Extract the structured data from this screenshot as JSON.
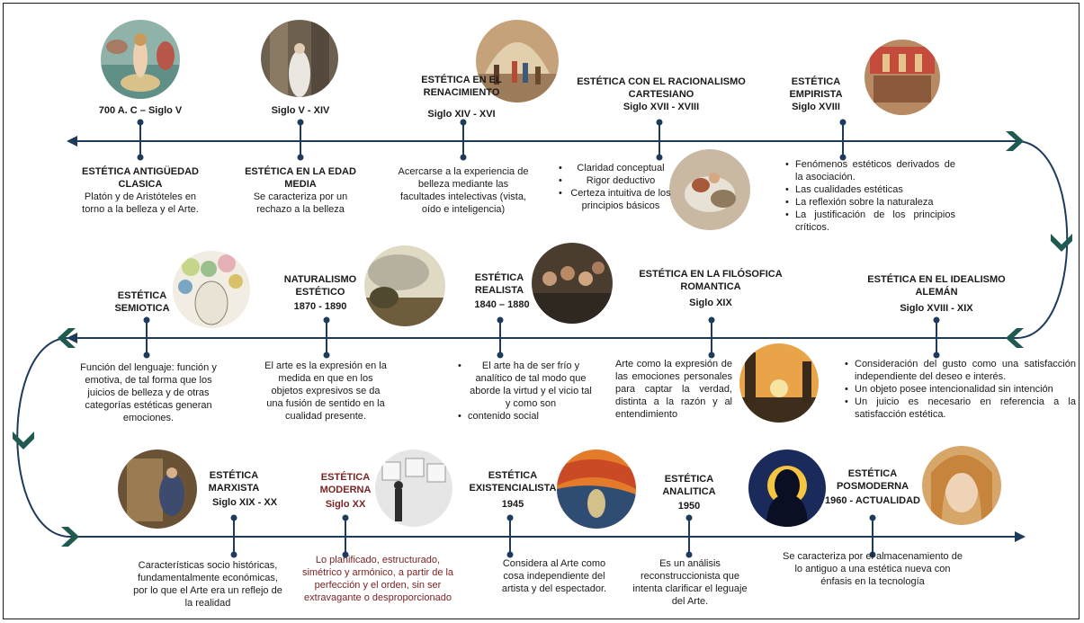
{
  "row1": {
    "top": [
      {
        "title": "",
        "period": "700 A. C – Siglo V"
      },
      {
        "title": "",
        "period": "Siglo V - XIV"
      },
      {
        "title": "ESTÉTICA EN EL RENACIMIENTO",
        "period": "Siglo XIV - XVI"
      },
      {
        "title": "ESTÉTICA CON EL RACIONALISMO CARTESIANO",
        "period": "Siglo XVII - XVIII"
      },
      {
        "title": "ESTÉTICA EMPIRISTA",
        "period": "Siglo XVIII"
      }
    ],
    "bottom": [
      {
        "title": "ESTÉTICA ANTIGÜEDAD CLASICA",
        "text": "Platón y de Aristóteles en torno a la belleza y el Arte."
      },
      {
        "title": "ESTÉTICA EN LA EDAD MEDIA",
        "text": "Se caracteriza por un rechazo a la belleza"
      },
      {
        "title": "",
        "text": "Acercarse a la experiencia de belleza mediante las facultades intelectivas (vista, oído e inteligencia)"
      },
      {
        "title": "",
        "bullets": [
          "Claridad conceptual",
          "Rigor deductivo",
          "Certeza intuitiva de los principios básicos"
        ]
      },
      {
        "title": "",
        "bullets": [
          "Fenómenos estéticos derivados de la asociación.",
          "Las cualidades estéticas",
          "La reflexión sobre la naturaleza",
          "La justificación de los principios críticos."
        ]
      }
    ]
  },
  "row2": {
    "top": [
      {
        "title": "ESTÉTICA SEMIOTICA",
        "period": ""
      },
      {
        "title": "NATURALISMO ESTÉTICO",
        "period": "1870 - 1890"
      },
      {
        "title": "ESTÉTICA REALISTA",
        "period": "1840 – 1880"
      },
      {
        "title": "ESTÉTICA EN LA FILÓSOFICA ROMANTICA",
        "period": "Siglo XIX"
      },
      {
        "title": "ESTÉTICA EN EL IDEALISMO ALEMÁN",
        "period": "Siglo XVIII - XIX"
      }
    ],
    "bottom": [
      {
        "text": "Función del lenguaje: función y emotiva, de tal forma que los juicios de belleza y de otras categorías estéticas generan emociones."
      },
      {
        "text": "El arte es la expresión en la medida en que en los objetos expresivos se da una fusión de sentido en la cualidad presente."
      },
      {
        "bullets": [
          "El arte ha de ser frío y analítico de tal modo que aborde la virtud y el vicio tal y como son",
          "contenido social"
        ]
      },
      {
        "text": "Arte como la expresión de las emociones personales para captar la verdad, distinta a la razón y al entendimiento"
      },
      {
        "bullets": [
          "Consideración del gusto como una satisfacción independiente del deseo e interés.",
          "Un objeto posee intencionalidad sin intención",
          "Un juicio es necesario en referencia a la satisfacción estética."
        ]
      }
    ]
  },
  "row3": {
    "top": [
      {
        "title": "ESTÉTICA MARXISTA",
        "period": "Siglo XIX - XX"
      },
      {
        "title": "ESTÉTICA MODERNA",
        "period": "Siglo XX"
      },
      {
        "title": "ESTÉTICA EXISTENCIALISTA",
        "period": "1945"
      },
      {
        "title": "ESTÉTICA ANALITICA",
        "period": "1950"
      },
      {
        "title": "ESTÉTICA POSMODERNA",
        "period": "1960 - ACTUALIDAD"
      }
    ],
    "bottom": [
      {
        "text": "Características socio históricas, fundamentalmente económicas, por lo que el Arte era un reflejo de la realidad"
      },
      {
        "text": "Lo planificado, estructurado, simétrico y armónico, a partir de la perfección y el orden, sin ser extravagante o desproporcionado"
      },
      {
        "text": "Considera al Arte como cosa independiente del artista y del espectador."
      },
      {
        "text": "Es un análisis reconstruccionista que intenta clarificar el leguaje del Arte."
      },
      {
        "text": "Se caracteriza por el almacenamiento de lo antiguo a una estética nueva con énfasis en la tecnología"
      }
    ]
  },
  "colors": {
    "line": "#1f3b5c",
    "chevron": "#1e5a50",
    "modern_text": "#7a2424"
  }
}
